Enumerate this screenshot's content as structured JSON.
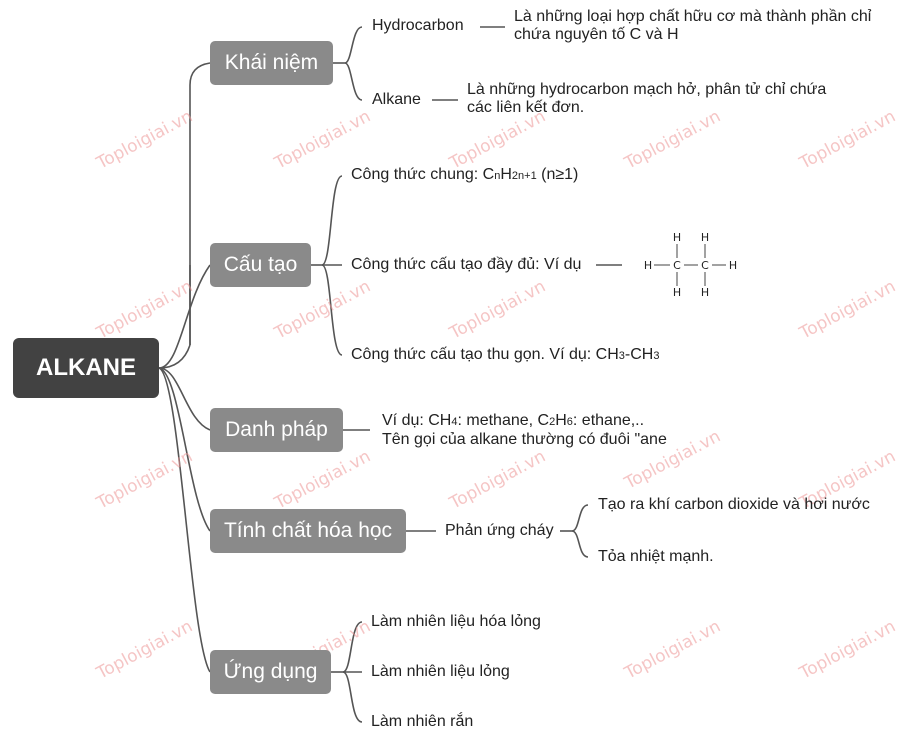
{
  "watermark": "Toploigiai.vn",
  "root": "ALKANE",
  "branches": {
    "khai_niem": "Khái niệm",
    "cau_tao": "Cấu tạo",
    "danh_phap": "Danh pháp",
    "tinh_chat": "Tính chất hóa học",
    "ung_dung": "Ứng dụng"
  },
  "khai_niem": {
    "hydrocarbon": "Hydrocarbon",
    "hydrocarbon_def_1": "Là những loại hợp chất hữu cơ mà thành phần chỉ",
    "hydrocarbon_def_2": "chứa nguyên tố C và H",
    "alkane": "Alkane",
    "alkane_def_1": "Là những hydrocarbon mạch hở, phân tử chỉ chứa",
    "alkane_def_2": "các liên kết đơn."
  },
  "cau_tao": {
    "general_prefix": "Công thức chung: C",
    "general_n": "n",
    "general_h": "H",
    "general_sub": "2n+1",
    "general_suffix": " (n≥1)",
    "full": "Công thức cấu tạo đầy đủ: Ví dụ",
    "condensed_prefix": "Công thức cấu tạo thu gọn. Ví dụ: CH",
    "condensed_sub1": "3",
    "condensed_mid": "-CH",
    "condensed_sub2": "3",
    "atom_h": "H",
    "atom_c": "C"
  },
  "danh_phap": {
    "line1_a": "Ví dụ: CH",
    "line1_b": "4",
    "line1_c": ": methane, C",
    "line1_d": "2",
    "line1_e": "H",
    "line1_f": "6",
    "line1_g": ": ethane,..",
    "line2": "Tên gọi của alkane thường có đuôi \"ane"
  },
  "tinh_chat": {
    "reaction": "Phản ứng cháy",
    "result1": "Tạo ra khí carbon dioxide và hơi nước",
    "result2": "Tỏa nhiệt mạnh."
  },
  "ung_dung": {
    "item1": "Làm nhiên liệu hóa lỏng",
    "item2": "Làm nhiên liệu lỏng",
    "item3": "Làm nhiên rắn"
  },
  "colors": {
    "root_bg": "#424242",
    "branch_bg": "#8a8a8a",
    "line": "#555555",
    "watermark": "#ec9696"
  }
}
